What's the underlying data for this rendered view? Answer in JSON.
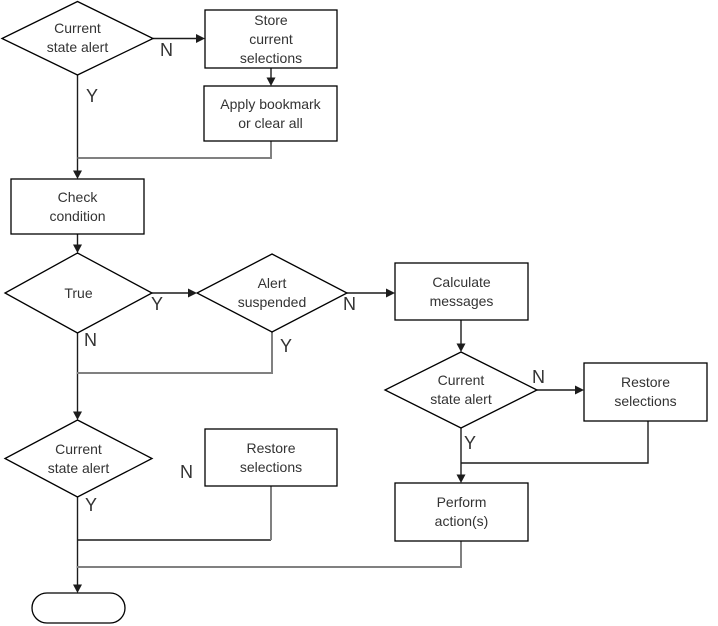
{
  "colors": {
    "background": "#ffffff",
    "shape_fill": "#ffffff",
    "shape_border": "#000000",
    "text": "#333333",
    "connector_dark": "#1c1c1c",
    "connector_gray": "#808080"
  },
  "nodes": {
    "current_state_alert_top": "Current\nstate alert",
    "store_current_selections": "Store\ncurrent\nselections",
    "apply_bookmark_or_clear_all": "Apply bookmark\nor clear all",
    "check_condition": "Check\ncondition",
    "true_decision": "True",
    "alert_suspended": "Alert\nsuspended",
    "calculate_messages": "Calculate\nmessages",
    "current_state_alert_right": "Current\nstate alert",
    "restore_selections_right": "Restore\nselections",
    "perform_actions": "Perform\naction(s)",
    "current_state_alert_left": "Current\nstate alert",
    "restore_selections_left": "Restore\nselections",
    "end_terminator": ""
  },
  "edge_labels": {
    "top_alert_no": "N",
    "top_alert_yes": "Y",
    "true_yes": "Y",
    "true_no": "N",
    "suspended_no": "N",
    "suspended_yes": "Y",
    "right_alert_no": "N",
    "right_alert_yes": "Y",
    "left_alert_no": "N",
    "left_alert_yes": "Y"
  }
}
